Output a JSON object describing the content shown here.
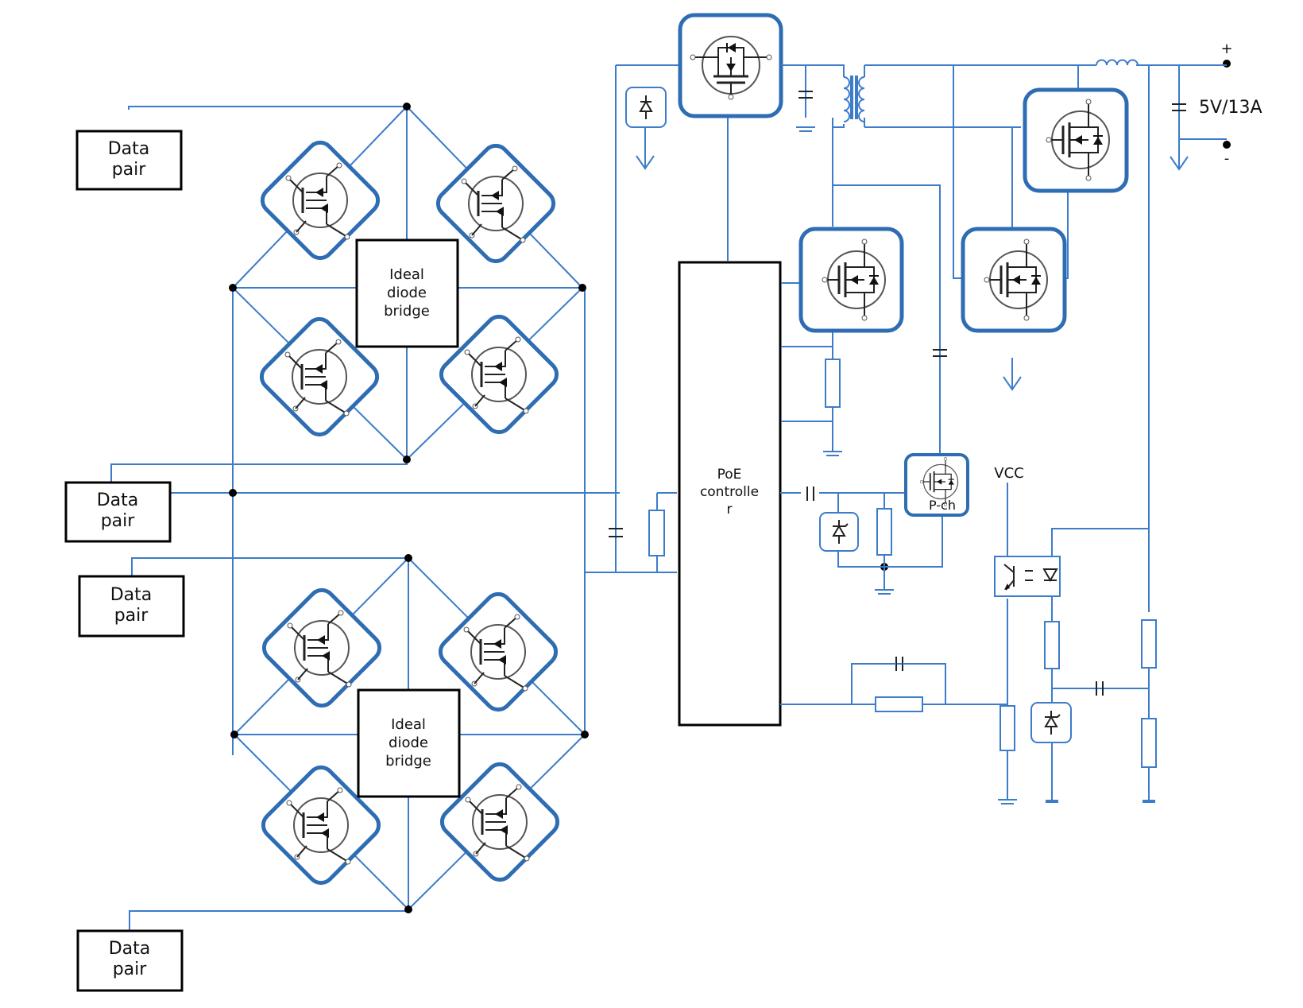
{
  "labels": {
    "data_pair_line1": "Data",
    "data_pair_line2": "pair",
    "bridge_line1": "Ideal",
    "bridge_line2": "diode",
    "bridge_line3": "bridge",
    "controller_line1": "PoE",
    "controller_line2": "controlle",
    "controller_line3": "r",
    "pch": "P-ch",
    "vcc": "VCC",
    "output_rating": "5V/13A",
    "plus": "+",
    "minus": "-"
  },
  "colors": {
    "wire": "#3d7cc9",
    "tile_border": "#2f6db3",
    "box_border": "#000000",
    "text": "#111111"
  },
  "icons": [
    "mosfet-icon",
    "diode-icon",
    "zener-icon",
    "resistor-icon",
    "capacitor-icon",
    "inductor-icon",
    "transformer-icon",
    "optocoupler-icon",
    "ground-icon",
    "arrow-down-icon"
  ]
}
